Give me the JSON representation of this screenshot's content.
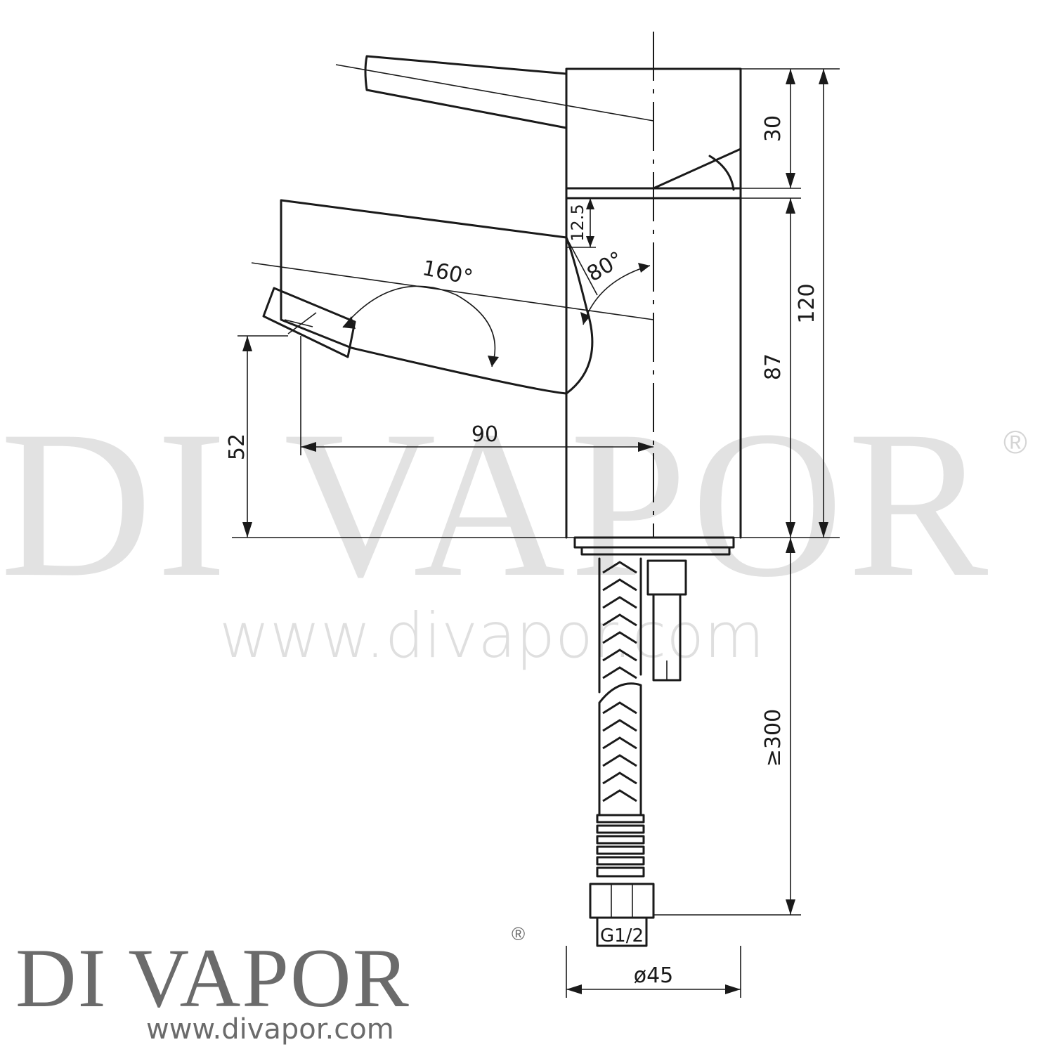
{
  "watermark": {
    "brand": "DI VAPOR",
    "registered": "®",
    "url": "www.divapor.com"
  },
  "logo": {
    "brand": "DI VAPOR",
    "registered": "®",
    "url": "www.divapor.com"
  },
  "dimensions": {
    "handle_height": "30",
    "upper_gap": "12.5",
    "lever_rotation": "160°",
    "spout_angle": "80°",
    "total_height": "120",
    "body_height": "87",
    "spout_height": "52",
    "spout_reach": "90",
    "hose_length": "≥300",
    "connector": "G1/2",
    "diameter": "ø45"
  }
}
